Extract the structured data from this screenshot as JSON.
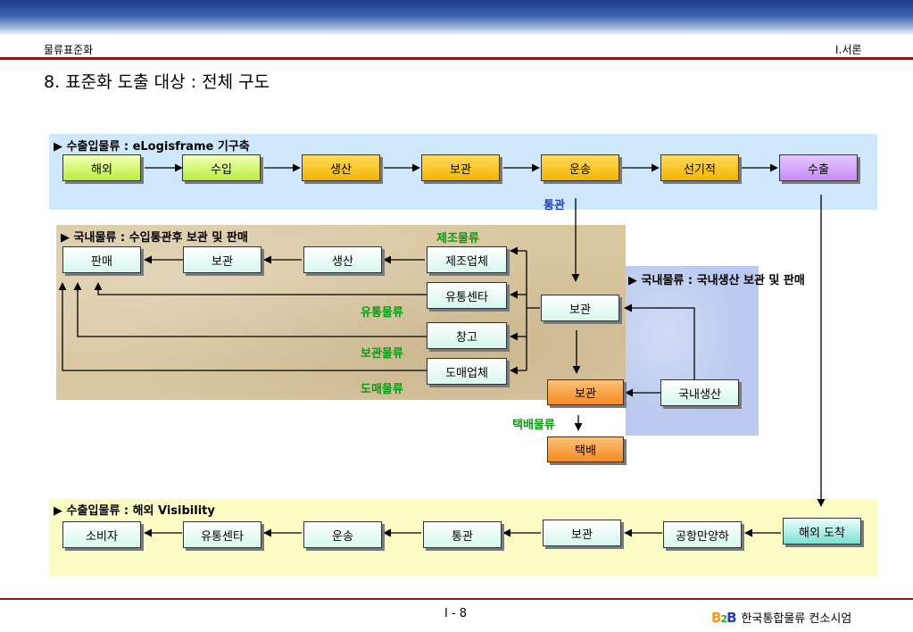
{
  "header": {
    "left": "물류표준화",
    "right": "Ⅰ.서론"
  },
  "title": "8. 표준화 도출 대상 : 전체 구도",
  "panel1": {
    "title": "▶ 수출입물류 : eLogisframe 기구축",
    "boxes": [
      "해외",
      "수입",
      "생산",
      "보관",
      "운송",
      "선기적",
      "수출"
    ]
  },
  "customs_label": "통관",
  "panel2": {
    "title": "▶ 국내물류 : 수입통관후 보관 및 판매",
    "boxes": [
      "판매",
      "보관",
      "생산",
      "제조업체",
      "유통센타",
      "창고",
      "도매업체"
    ],
    "labels": [
      "제조물류",
      "유통물류",
      "보관물류",
      "도매물류"
    ]
  },
  "panel3": {
    "title": "▶ 국내물류 : 국내생산 보관 및 판매",
    "boxes": [
      "보관",
      "보관",
      "국내생산",
      "택배"
    ],
    "courier_label": "택배물류"
  },
  "panel4": {
    "title": "▶ 수출입물류 : 해외 Visibility",
    "boxes": [
      "소비자",
      "유통센타",
      "운송",
      "통관",
      "보관",
      "공항만양하",
      "해외 도착"
    ]
  },
  "footer": {
    "page": "Ⅰ - 8",
    "logo": "B2B",
    "org": "한국통합물류 컨소시엄"
  }
}
